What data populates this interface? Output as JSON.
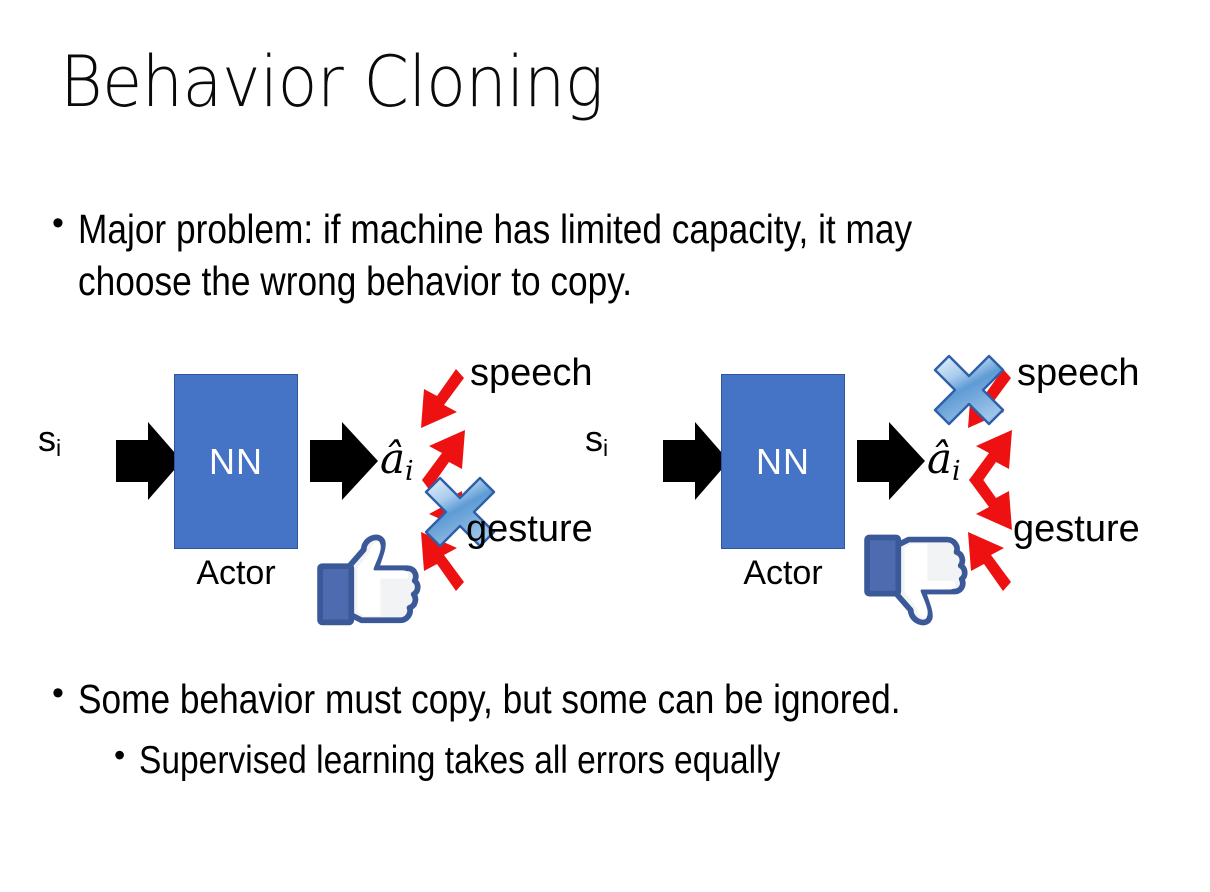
{
  "slide": {
    "title": "Behavior Cloning",
    "background_color": "#FFFFFF"
  },
  "bullets": {
    "top": {
      "marker": "•",
      "text": "Major problem: if machine has limited capacity, it may choose the wrong behavior to copy."
    },
    "bottom_primary": {
      "marker": "•",
      "text": "Some behavior must copy, but some can be ignored."
    },
    "bottom_secondary": {
      "marker": "•",
      "text": "Supervised learning takes all errors equally"
    }
  },
  "colors": {
    "nn_box_fill": "#4573C6",
    "nn_box_border": "#2E5597",
    "arrow_black": "#000000",
    "arrow_red": "#EE1111",
    "cross_blue_light": "#CFE2F6",
    "cross_blue_mid": "#6FA8DC",
    "cross_blue_dark": "#2F5FA8",
    "thumb_blue": "#3B5998",
    "thumb_fill": "#FFFFFF",
    "thumb_shadow": "#E4E6EB"
  },
  "diagrams": [
    {
      "id": "left",
      "state_label": "s",
      "state_subscript": "i",
      "nn_label": "NN",
      "actor_label": "Actor",
      "action_label": "â",
      "action_subscript": "i",
      "output_top": "speech",
      "output_bottom": "gesture",
      "crossed_output": "gesture",
      "feedback_icon": "thumbs-up-icon",
      "feedback_sentiment": "positive"
    },
    {
      "id": "right",
      "state_label": "s",
      "state_subscript": "i",
      "nn_label": "NN",
      "actor_label": "Actor",
      "action_label": "â",
      "action_subscript": "i",
      "output_top": "speech",
      "output_bottom": "gesture",
      "crossed_output": "speech",
      "feedback_icon": "thumbs-down-icon",
      "feedback_sentiment": "negative"
    }
  ]
}
